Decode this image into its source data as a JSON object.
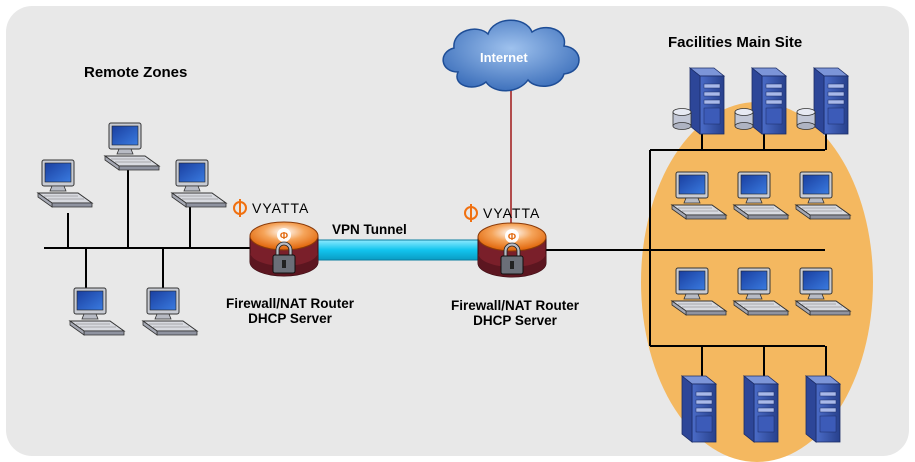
{
  "labels": {
    "remote_zones": "Remote Zones",
    "facilities_main_site": "Facilities Main Site",
    "internet": "Internet",
    "vpn_tunnel": "VPN Tunnel",
    "router_left_line1": "Firewall/NAT Router",
    "router_left_line2": "DHCP Server",
    "router_right_line1": "Firewall/NAT Router",
    "router_right_line2": "DHCP Server",
    "brand_left": "VYATTA",
    "brand_right": "VYATTA"
  },
  "colors": {
    "background_panel": "#e8e8e8",
    "site_oval": "#f4b860",
    "vpn_tunnel": "#00c8f0",
    "internet_cloud": "#3f78c4",
    "internet_link": "#a01818",
    "router_orange": "#f07010",
    "computer_blue": "#3a5ab0"
  },
  "icons": {
    "computer": "computer-icon",
    "server": "server-icon",
    "router": "router-icon",
    "cloud": "cloud-icon",
    "lock": "lock-icon",
    "brand": "vyatta-logo"
  }
}
